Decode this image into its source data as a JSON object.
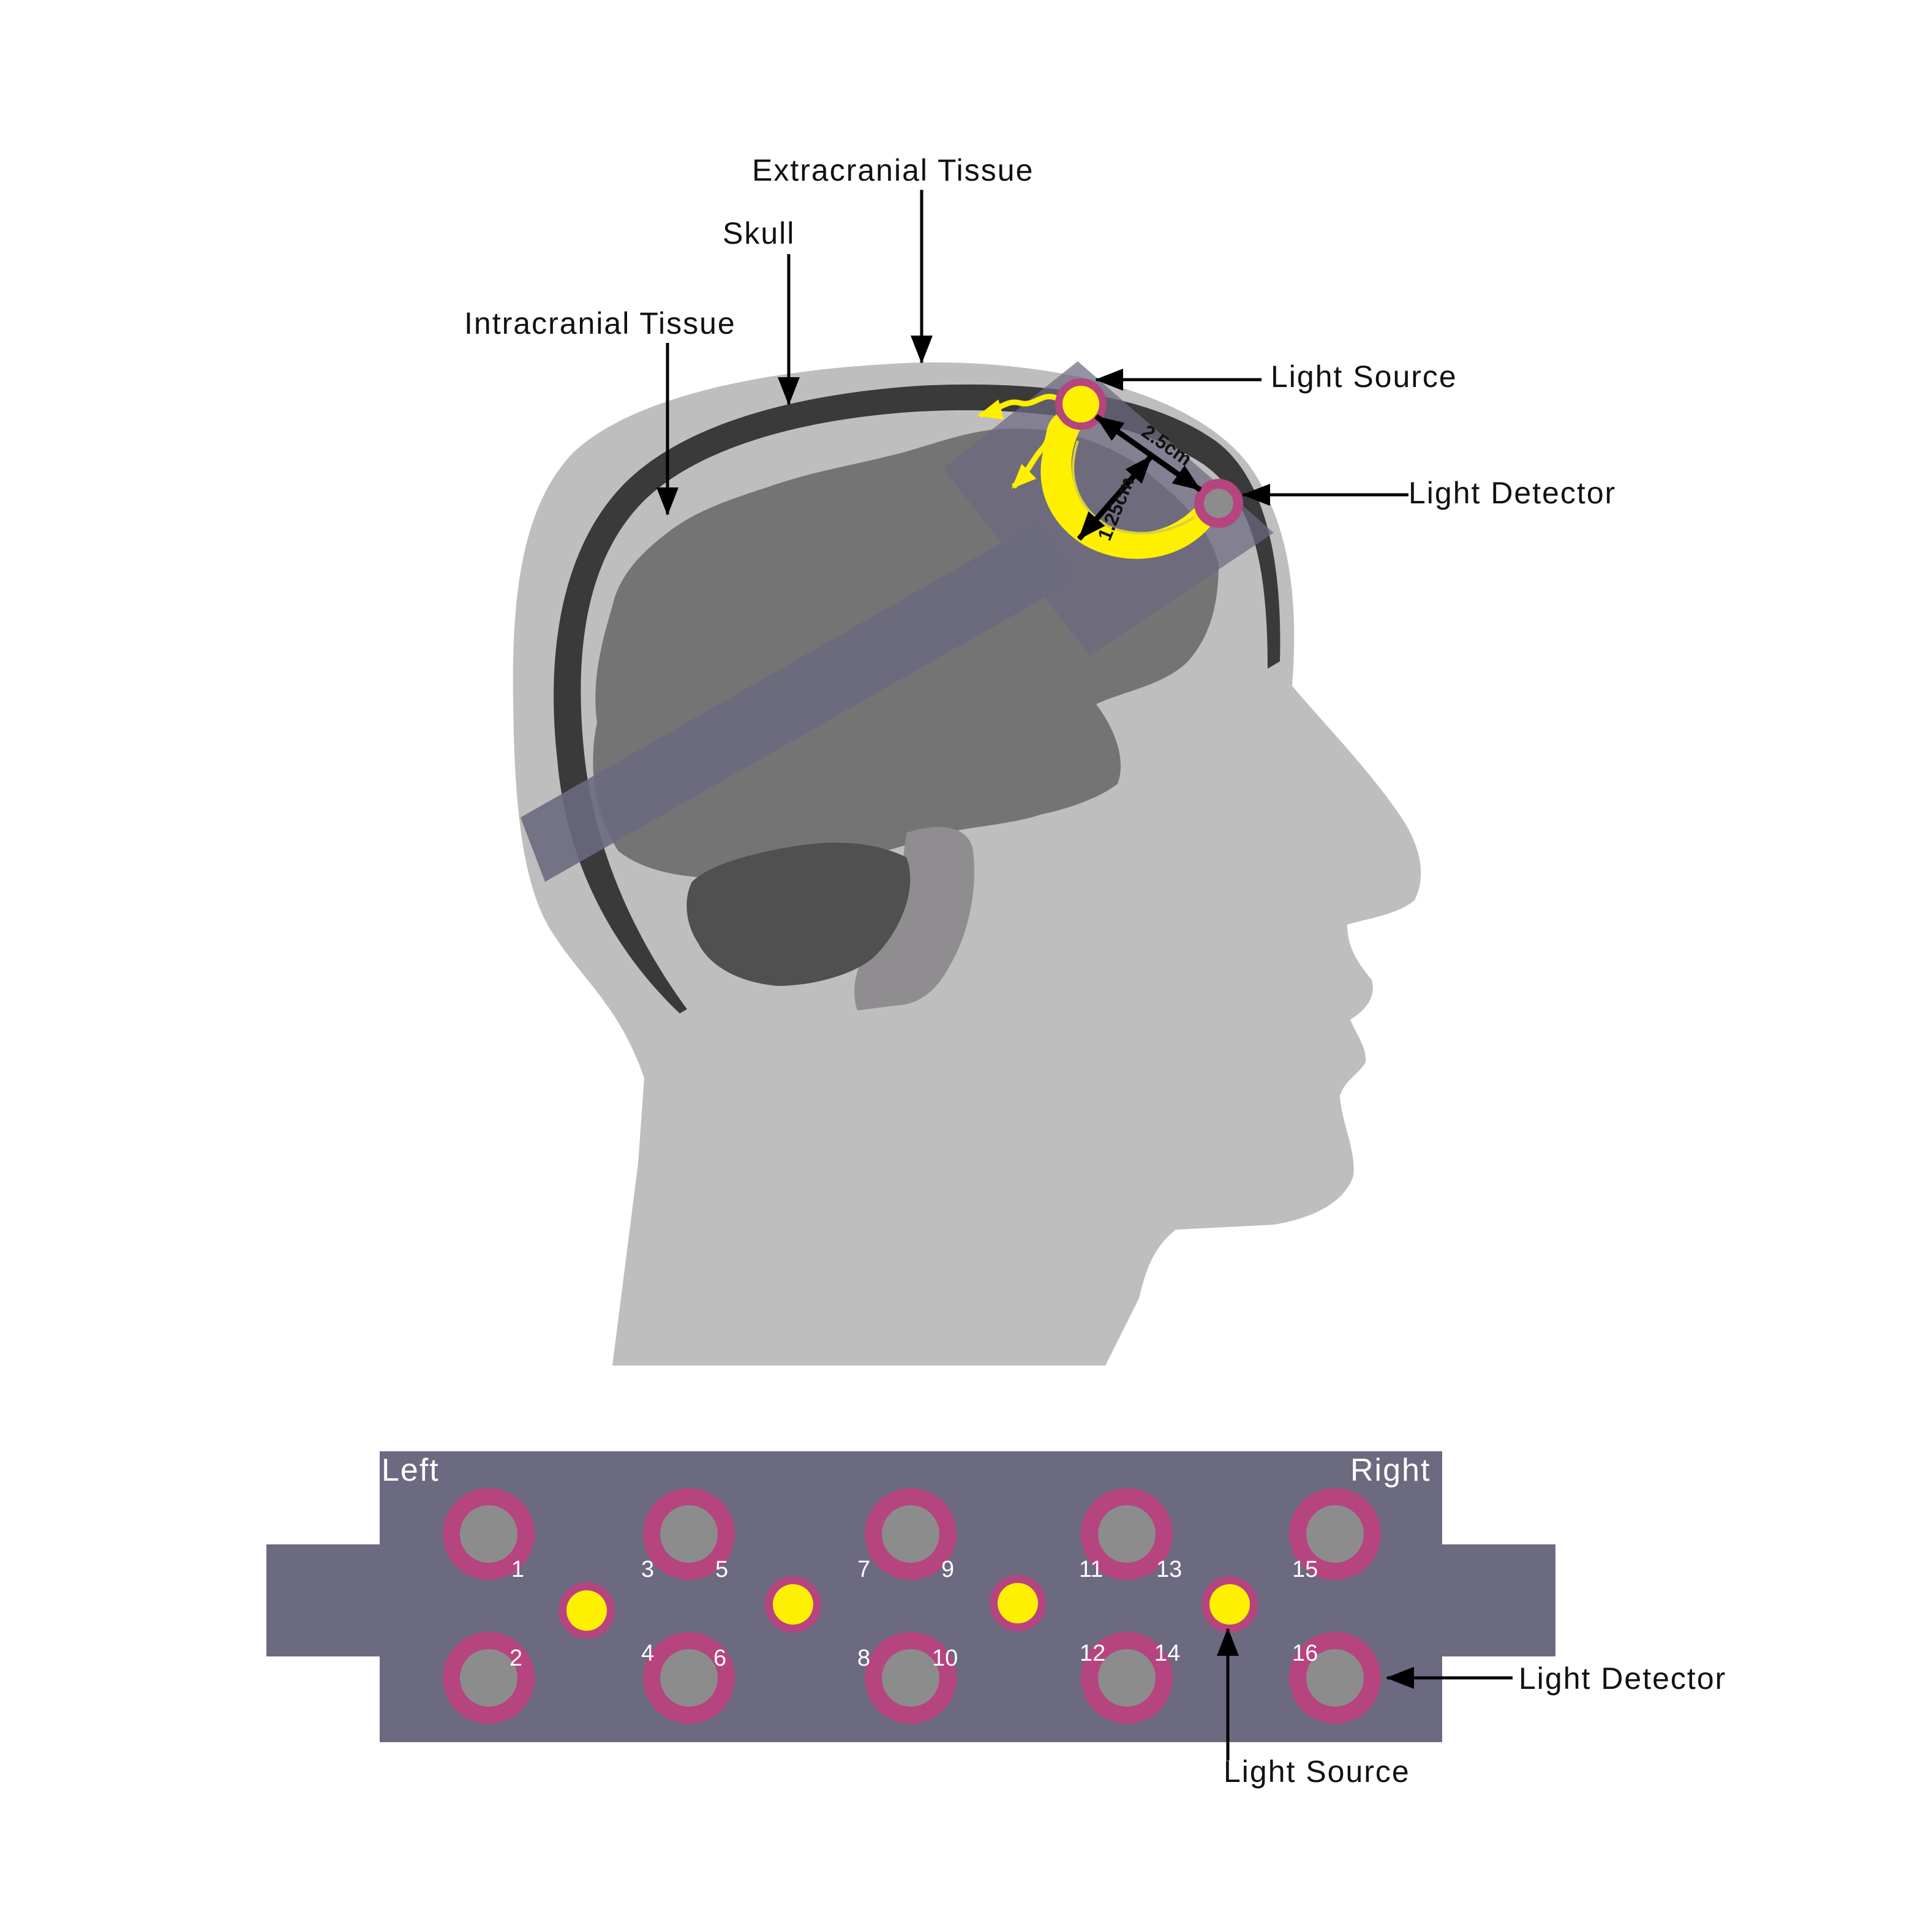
{
  "colors": {
    "head": "#bfbebf",
    "skull": "#3a3a3a",
    "cerebrum": "#747474",
    "cerebellum": "#505050",
    "brainstem": "#8f8d8f",
    "band": "#6c6a80",
    "detector_ring": "#b6447f",
    "detector_core": "#8c8c8c",
    "source": "#fff000",
    "arrow": "#000000"
  },
  "head_labels": {
    "extracranial": "Extracranial Tissue",
    "skull": "Skull",
    "intracranial": "Intracranial Tissue",
    "light_source": "Light Source",
    "light_detector": "Light Detector",
    "dist_source_detector": "2.5cm",
    "dist_depth": "1.25cm"
  },
  "pad": {
    "left_label": "Left",
    "right_label": "Right",
    "light_detector": "Light Detector",
    "light_source": "Light Source",
    "detector_numbers": [
      "1",
      "2",
      "3",
      "4",
      "5",
      "6",
      "7",
      "8",
      "9",
      "10",
      "11",
      "12",
      "13",
      "14",
      "15",
      "16"
    ],
    "source_count": 4
  }
}
